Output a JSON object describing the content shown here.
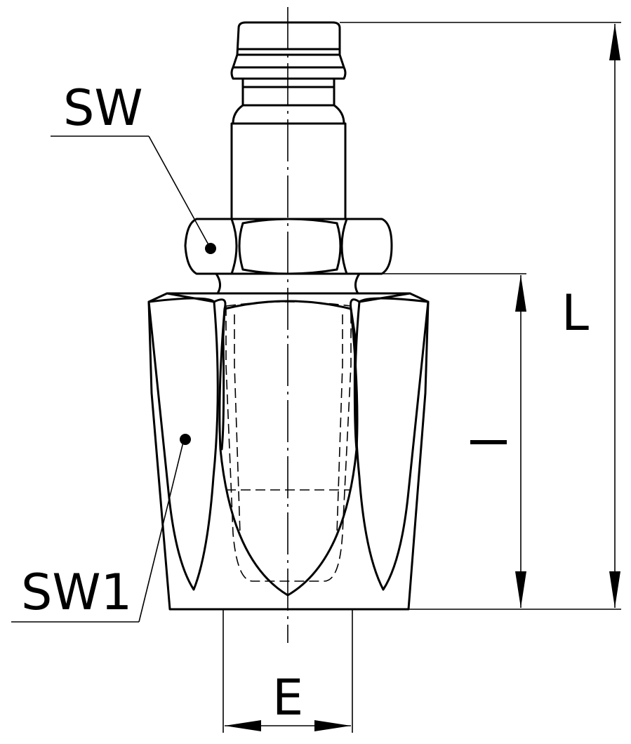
{
  "labels": {
    "sw": "SW",
    "sw1": "SW1",
    "e": "E",
    "l_upper": "L",
    "l_lower": "l"
  },
  "colors": {
    "stroke": "#000000",
    "background": "#ffffff"
  }
}
